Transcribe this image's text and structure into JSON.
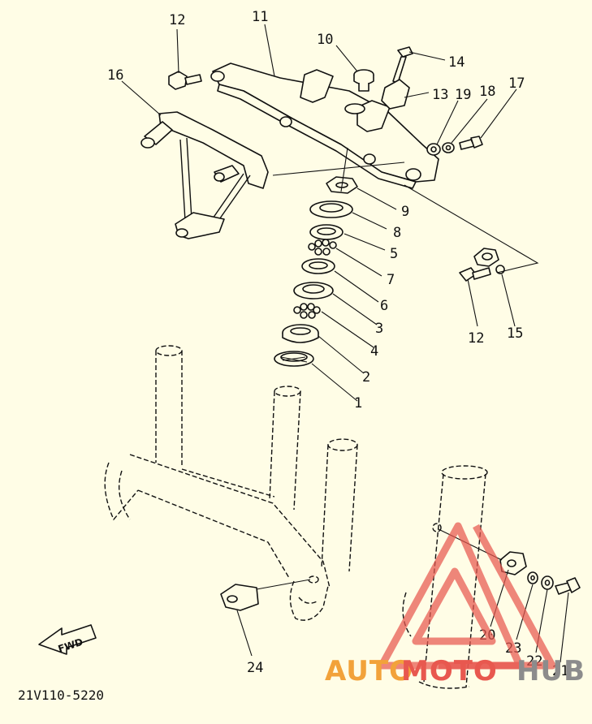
{
  "diagram": {
    "part_code": "21V110-5220",
    "fwd_label": "FWD",
    "callouts": [
      "11",
      "12",
      "10",
      "14",
      "16",
      "13",
      "19",
      "18",
      "17",
      "9",
      "8",
      "5",
      "7",
      "6",
      "3",
      "4",
      "2",
      "1",
      "12",
      "15",
      "20",
      "23",
      "22",
      "21",
      "24"
    ]
  },
  "watermark": {
    "brand_left": "AUTO",
    "brand_mid": "MOTO",
    "brand_right": "HUB",
    "color_red": "#e8584f",
    "color_orange": "#f2a23a",
    "color_gray": "#8c8c8c"
  }
}
